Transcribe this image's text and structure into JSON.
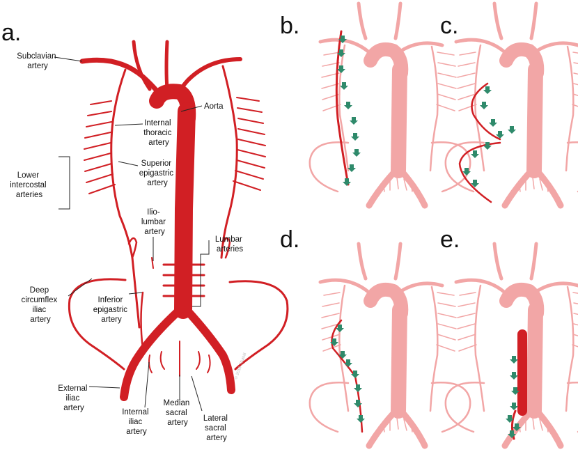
{
  "panels": [
    "a.",
    "b.",
    "c.",
    "d.",
    "e."
  ],
  "labels": {
    "subclavian": [
      "Subclavian",
      "artery"
    ],
    "aorta": [
      "Aorta"
    ],
    "internal_thoracic": [
      "Internal",
      "thoracic",
      "artery"
    ],
    "superior_epigastric": [
      "Superior",
      "epigastric",
      "artery"
    ],
    "lower_intercostal": [
      "Lower",
      "intercostal",
      "arteries"
    ],
    "iliolumbar": [
      "Ilio-",
      "lumbar",
      "artery"
    ],
    "lumbar": [
      "Lumbar",
      "arteries"
    ],
    "deep_circumflex": [
      "Deep",
      "circumflex",
      "iliac",
      "artery"
    ],
    "inferior_epigastric": [
      "Inferior",
      "epigastric",
      "artery"
    ],
    "external_iliac": [
      "External",
      "iliac",
      "artery"
    ],
    "internal_iliac": [
      "Internal",
      "iliac",
      "artery"
    ],
    "median_sacral": [
      "Median",
      "sacral",
      "artery"
    ],
    "lateral_sacral": [
      "Lateral",
      "sacral",
      "artery"
    ]
  },
  "colors": {
    "artery_dark": "#d11f24",
    "artery_pale": "#f2a6a6",
    "flow_arrow": "#2f8a6b"
  }
}
